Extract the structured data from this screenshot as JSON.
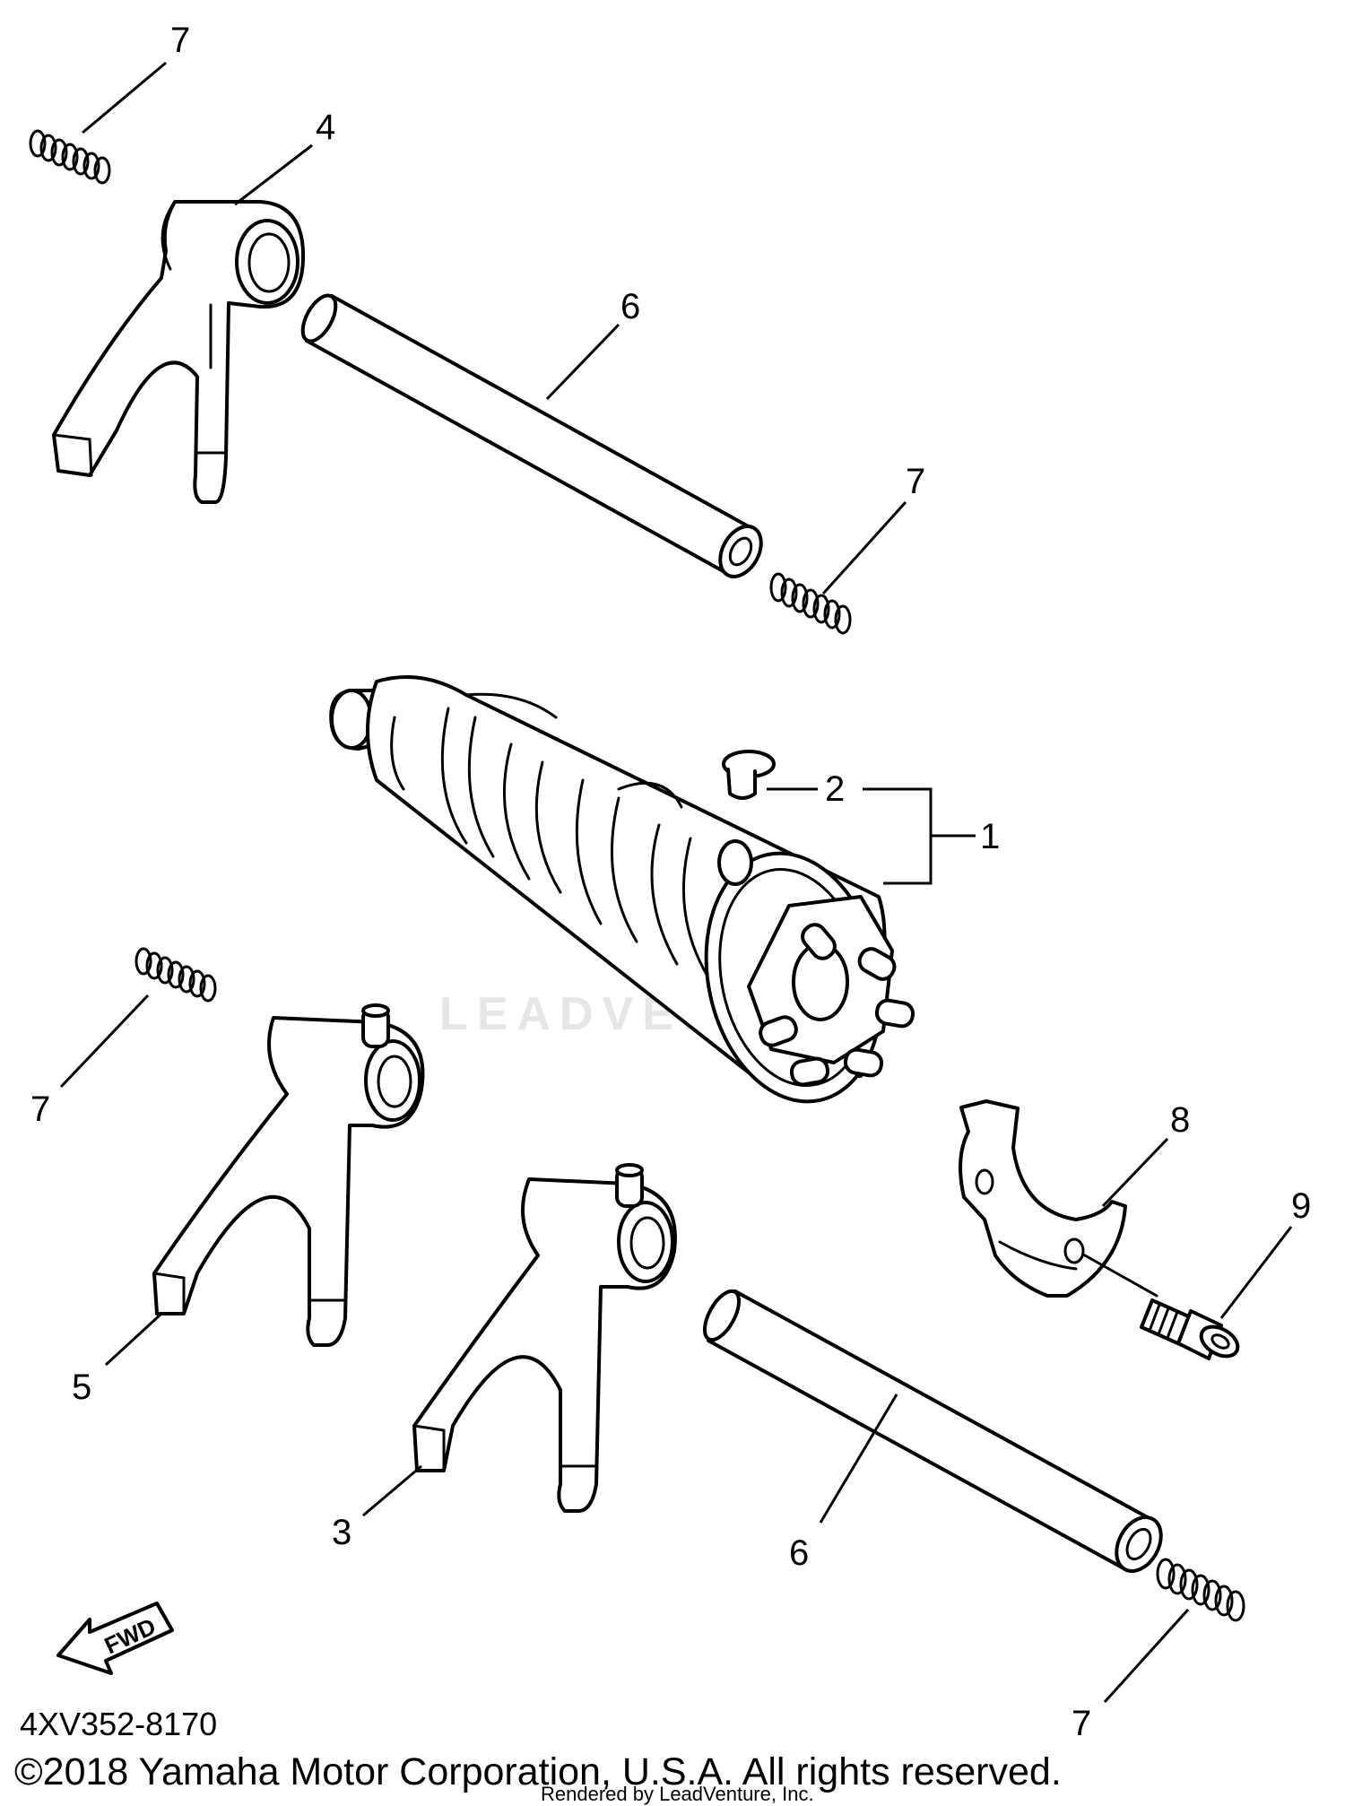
{
  "diagram": {
    "part_code": "4XV352-8170",
    "copyright": "©2018 Yamaha Motor Corporation, U.S.A. All rights reserved.",
    "rendered_by": "Rendered by LeadVenture, Inc.",
    "watermark": "LEADVENTURE",
    "direction_label": "FWD",
    "callouts": {
      "spring_top_left": "7",
      "fork_top": "4",
      "shaft_top": "6",
      "spring_top_right": "7",
      "pin": "2",
      "drum_assembly": "1",
      "spring_mid_left": "7",
      "stopper": "8",
      "bolt": "9",
      "fork_left": "5",
      "fork_center": "3",
      "shaft_bottom": "6",
      "spring_bottom_right": "7"
    }
  }
}
